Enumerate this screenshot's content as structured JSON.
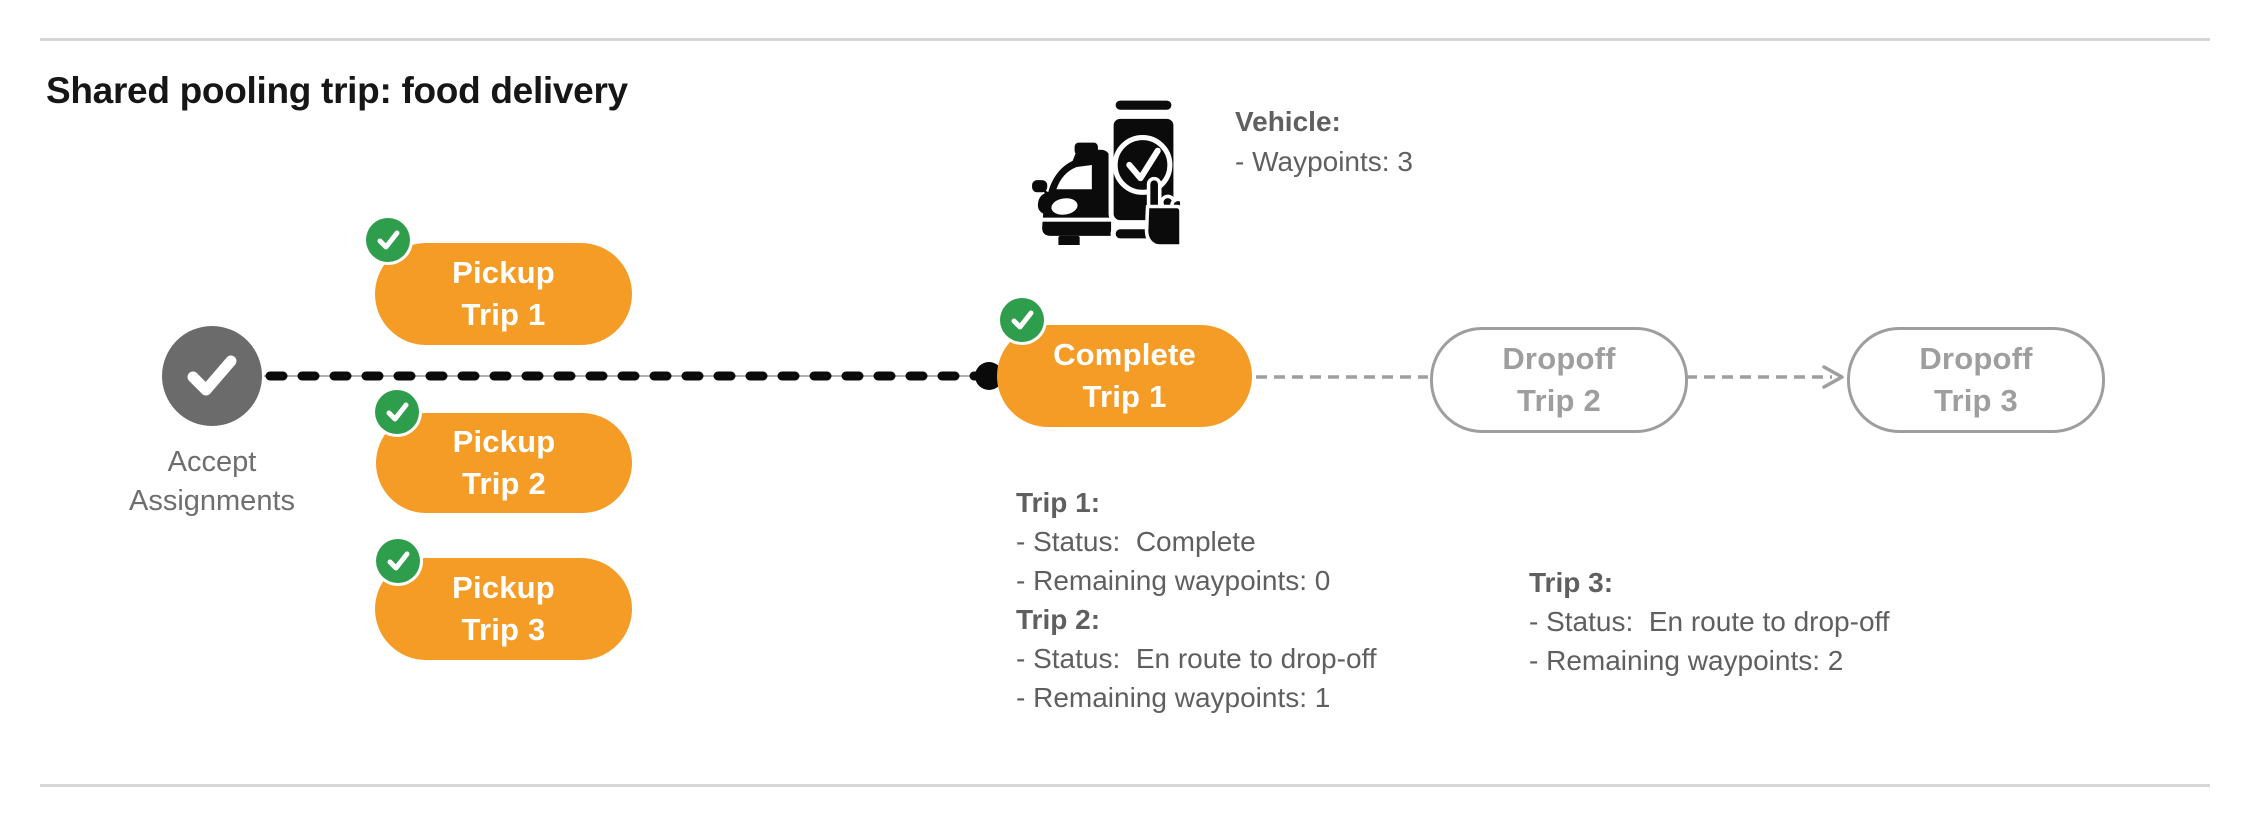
{
  "title": "Shared pooling trip: food delivery",
  "vehicle_panel": {
    "icon": "car-phone-check-icon",
    "heading": "Vehicle:",
    "waypoints": "- Waypoints: 3"
  },
  "flow": {
    "start": {
      "icon": "check-icon",
      "label_line1": "Accept",
      "label_line2": "Assignments"
    },
    "pickups": [
      {
        "line1": "Pickup",
        "line2": "Trip 1",
        "completed": true
      },
      {
        "line1": "Pickup",
        "line2": "Trip 2",
        "completed": true
      },
      {
        "line1": "Pickup",
        "line2": "Trip 3",
        "completed": true
      }
    ],
    "complete": {
      "line1": "Complete",
      "line2": "Trip 1",
      "completed": true
    },
    "dropoffs": [
      {
        "line1": "Dropoff",
        "line2": "Trip 2",
        "completed": false
      },
      {
        "line1": "Dropoff",
        "line2": "Trip 3",
        "completed": false
      }
    ]
  },
  "trip_status": {
    "trip1": {
      "heading": "Trip 1:",
      "status": "- Status:  Complete",
      "waypoints": "- Remaining waypoints: 0"
    },
    "trip2": {
      "heading": "Trip 2:",
      "status": "- Status:  En route to drop-off",
      "waypoints": "- Remaining waypoints: 1"
    },
    "trip3": {
      "heading": "Trip 3:",
      "status": "- Status:  En route to drop-off",
      "waypoints": "- Remaining waypoints: 2"
    }
  },
  "colors": {
    "accent_orange": "#F59C27",
    "success_green": "#2E9E4C",
    "node_gray": "#6B6B6B",
    "pending_gray": "#9E9E9E",
    "text_gray": "#5F5F5F",
    "line_black": "#0A0A0A"
  }
}
